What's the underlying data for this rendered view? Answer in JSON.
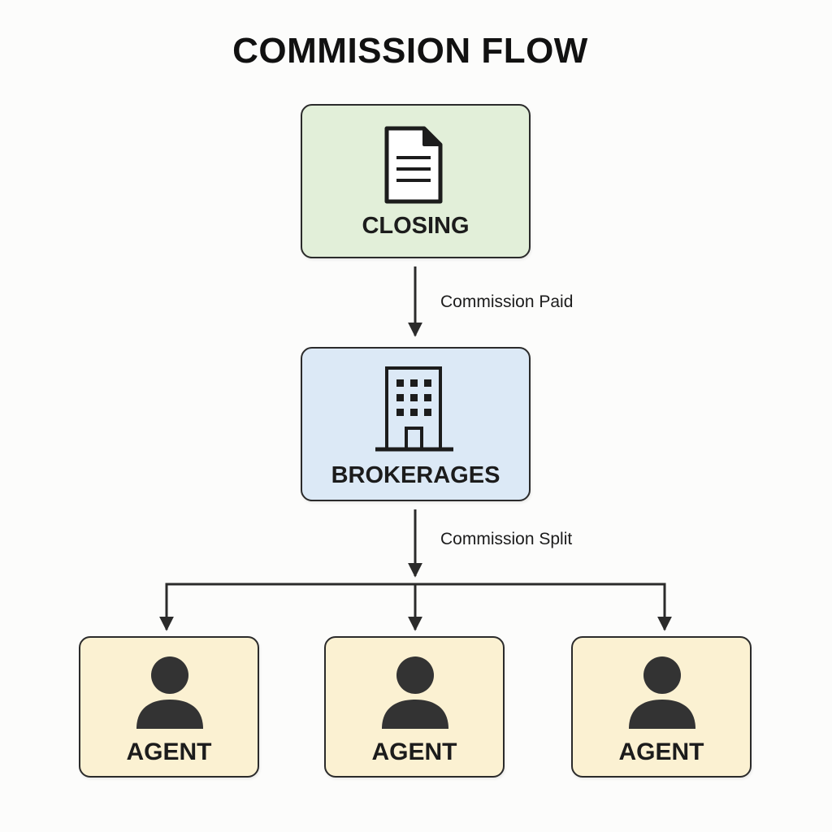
{
  "title": "COMMISSION FLOW",
  "nodes": {
    "closing": {
      "label": "CLOSING",
      "icon": "document-icon",
      "fill": "#e2efd9"
    },
    "brokerages": {
      "label": "BROKERAGES",
      "icon": "office-building-icon",
      "fill": "#dce9f6"
    },
    "agents": [
      {
        "label": "AGENT",
        "icon": "person-icon",
        "fill": "#fbf1d2"
      },
      {
        "label": "AGENT",
        "icon": "person-icon",
        "fill": "#fbf1d2"
      },
      {
        "label": "AGENT",
        "icon": "person-icon",
        "fill": "#fbf1d2"
      }
    ]
  },
  "edges": [
    {
      "from": "closing",
      "to": "brokerages",
      "label": "Commission Paid"
    },
    {
      "from": "brokerages",
      "to": "agents",
      "label": "Commission Split"
    }
  ],
  "colors": {
    "line": "#2b2b2b",
    "icon": "#1c1c1c",
    "person": "#333333"
  }
}
